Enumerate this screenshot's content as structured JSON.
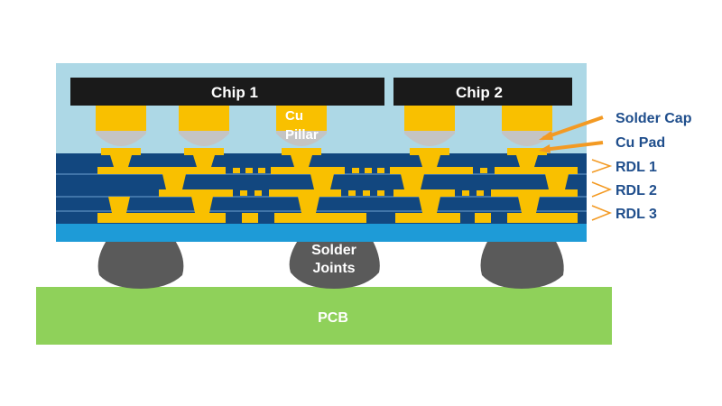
{
  "chips": [
    {
      "label": "Chip 1"
    },
    {
      "label": "Chip 2"
    }
  ],
  "labels": {
    "cu_pillar_line1": "Cu",
    "cu_pillar_line2": "Pillar",
    "solder_joints_line1": "Solder",
    "solder_joints_line2": "Joints",
    "pcb": "PCB"
  },
  "callouts": {
    "solder_cap": "Solder Cap",
    "cu_pad": "Cu Pad",
    "rdl1": "RDL 1",
    "rdl2": "RDL 2",
    "rdl3": "RDL 3"
  },
  "colors": {
    "mold": "#add8e6",
    "rdl_dielectric": "#12477f",
    "rdl_line": "#6fa0d0",
    "copper": "#f9c000",
    "solder_cap": "#c4c4c4",
    "chip": "#1a1a1a",
    "substrate_base": "#1e9bd7",
    "solder_ball": "#5a5a5a",
    "pcb": "#8fd15a",
    "callout_arrow": "#f39a23",
    "callout_text": "#1f4e8c"
  }
}
